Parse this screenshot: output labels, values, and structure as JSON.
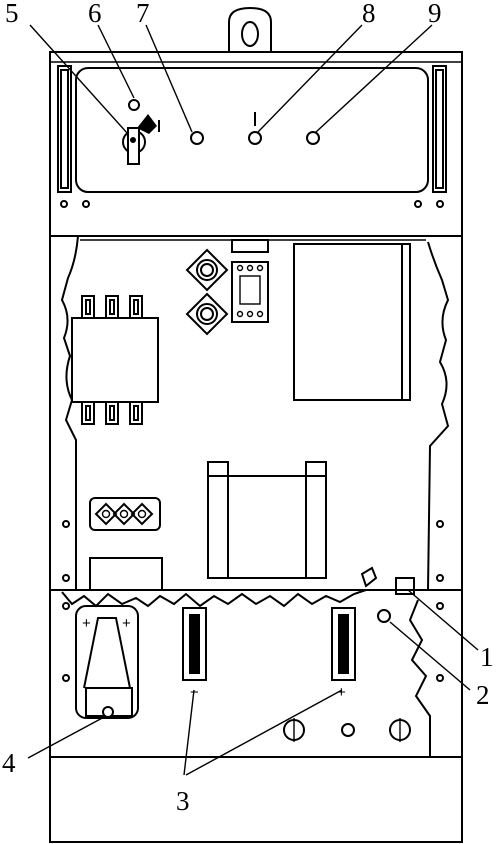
{
  "callouts": [
    {
      "id": "1",
      "label": "1"
    },
    {
      "id": "2",
      "label": "2"
    },
    {
      "id": "3",
      "label": "3"
    },
    {
      "id": "4",
      "label": "4"
    },
    {
      "id": "5",
      "label": "5"
    },
    {
      "id": "6",
      "label": "6"
    },
    {
      "id": "7",
      "label": "7"
    },
    {
      "id": "8",
      "label": "8"
    },
    {
      "id": "9",
      "label": "9"
    }
  ],
  "symbols": {
    "minus": "−",
    "plus": "+",
    "on_mark": "I"
  }
}
